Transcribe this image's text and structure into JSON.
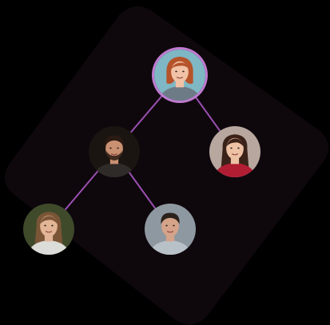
{
  "theme": {
    "background": "#000000",
    "panel_color": "#0e080d",
    "edge_color": "#9b4fb0",
    "root_ring_color": "#c07ad0"
  },
  "tree": {
    "nodes": [
      {
        "id": "root",
        "name": "avatar-root-woman-red-hair",
        "bg": "#7fb7c4",
        "skin": "#f1c2a6",
        "hair": "#b5532a",
        "shirt": "#6d7b86",
        "hairStyle": "bob"
      },
      {
        "id": "child-left",
        "name": "avatar-man-beard",
        "bg": "#1a1511",
        "skin": "#c99072",
        "hair": "#2a1a12",
        "shirt": "#2f2b28",
        "hairStyle": "short",
        "beard": true
      },
      {
        "id": "child-right",
        "name": "avatar-woman-red-top",
        "bg": "#b7a79e",
        "skin": "#edc1a4",
        "hair": "#3a2218",
        "shirt": "#b11d33",
        "hairStyle": "long"
      },
      {
        "id": "grandchild-left",
        "name": "avatar-woman-long-hair",
        "bg": "#3f4a2b",
        "skin": "#e2b596",
        "hair": "#7a5536",
        "shirt": "#dcdcd8",
        "hairStyle": "long"
      },
      {
        "id": "grandchild-right",
        "name": "avatar-man-shirt",
        "bg": "#8e98a1",
        "skin": "#d4a38a",
        "hair": "#2b211b",
        "shirt": "#b9c1c8",
        "hairStyle": "short"
      }
    ],
    "edges": [
      [
        "root",
        "child-left"
      ],
      [
        "root",
        "child-right"
      ],
      [
        "child-left",
        "grandchild-left"
      ],
      [
        "child-left",
        "grandchild-right"
      ]
    ]
  }
}
